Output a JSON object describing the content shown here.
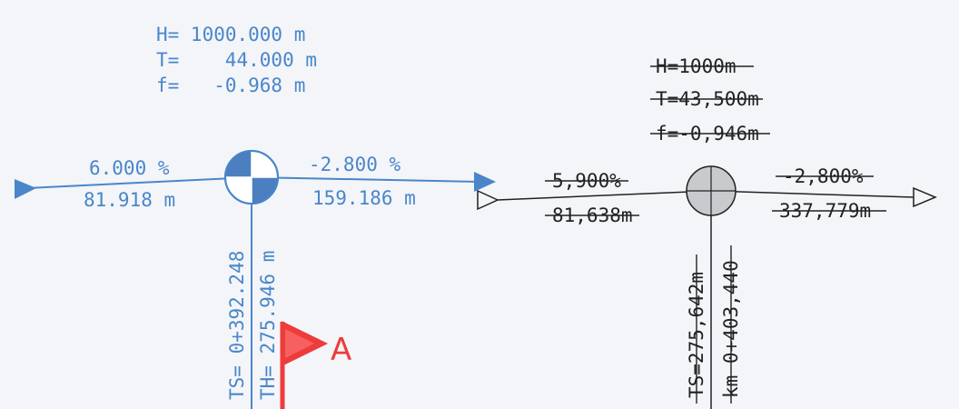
{
  "colors": {
    "background": "#f3f5f9",
    "new_design": "#4a86c9",
    "new_design_fill": "#4b7fc0",
    "old_design": "#222222",
    "old_design_fill": "#c9cacd",
    "marker": "#ee3b3b"
  },
  "new_curve": {
    "h_label": "H= 1000.000 m",
    "t_label": "T=    44.000 m",
    "f_label": "f=   -0.968 m",
    "left_grade": "6.000 %",
    "left_length": "81.918 m",
    "right_grade": "-2.800 %",
    "right_length": "159.186 m",
    "ts_label": "TS= 0+392.248",
    "th_label": "TH= 275.946 m"
  },
  "old_curve": {
    "h_label": "H=1000m",
    "t_label": "T=43,500m",
    "f_label": "f=-0,946m",
    "left_grade": "5,900%",
    "left_length": "81,638m",
    "right_grade": "-2,800%",
    "right_length": "337,779m",
    "ts_label": "TS=275,642m",
    "km_label": "km 0+403,440"
  },
  "marker": {
    "label": "A",
    "icon": "flag-icon"
  }
}
